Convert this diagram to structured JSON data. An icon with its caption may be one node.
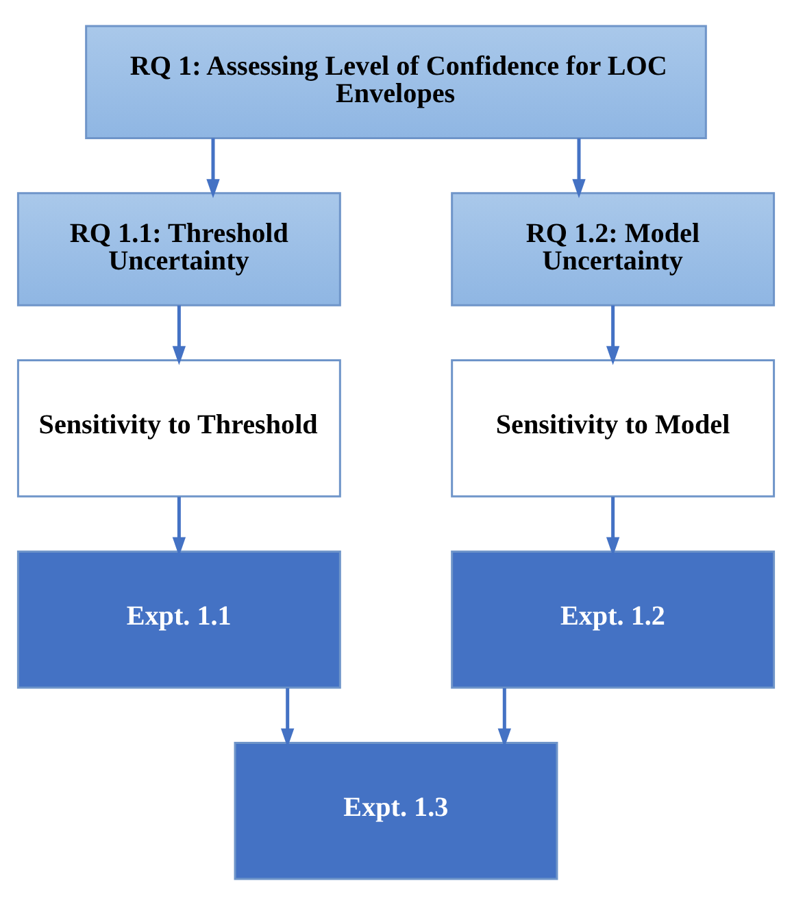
{
  "diagram": {
    "nodes": [
      {
        "text": [
          "RQ 1: Assessing Level of Confidence for LOC Envelopes"
        ]
      },
      {
        "text": [
          "RQ 1.1: Threshold Uncertainty"
        ]
      },
      {
        "text": [
          "RQ 1.2: Model Uncertainty"
        ]
      },
      {
        "text": [
          "Sensitivity to Threshold"
        ]
      },
      {
        "text": [
          "Sensitivity to Model"
        ]
      },
      {
        "text": [
          "Expt. 1.1"
        ]
      },
      {
        "text": [
          "Expt. 1.2"
        ]
      },
      {
        "text": [
          "Expt. 1.3"
        ]
      }
    ],
    "edges": [
      {
        "from": 0,
        "to": 1,
        "arrow": "to"
      },
      {
        "from": 0,
        "to": 2,
        "arrow": "to"
      },
      {
        "from": 1,
        "to": 3,
        "arrow": "to"
      },
      {
        "from": 2,
        "to": 4,
        "arrow": "to"
      },
      {
        "from": 3,
        "to": 5,
        "arrow": "to"
      },
      {
        "from": 4,
        "to": 6,
        "arrow": "to"
      },
      {
        "from": 5,
        "to": 7,
        "arrow": "to"
      },
      {
        "from": 6,
        "to": 7,
        "arrow": "to"
      }
    ]
  }
}
